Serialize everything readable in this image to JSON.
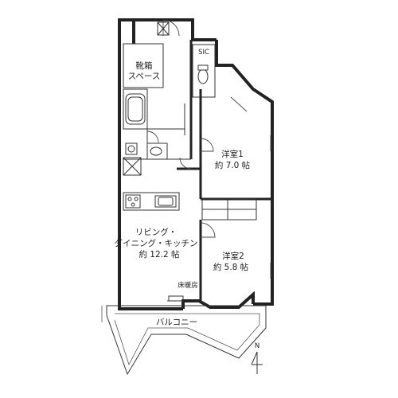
{
  "rooms": {
    "shoe_space": {
      "line1": "靴箱",
      "line2": "スペース"
    },
    "sic": {
      "label": "SIC"
    },
    "western1": {
      "name": "洋室1",
      "size": "約 7.0 帖"
    },
    "western2": {
      "name": "洋室2",
      "size": "約 5.8 帖"
    },
    "ldk": {
      "line1": "リビング・",
      "line2": "ダイニング・キッチン",
      "size": "約 12.2 帖"
    },
    "floor_heating": {
      "label": "床暖房"
    },
    "balcony": {
      "label": "バルコニー"
    }
  },
  "compass": {
    "label": "N"
  }
}
